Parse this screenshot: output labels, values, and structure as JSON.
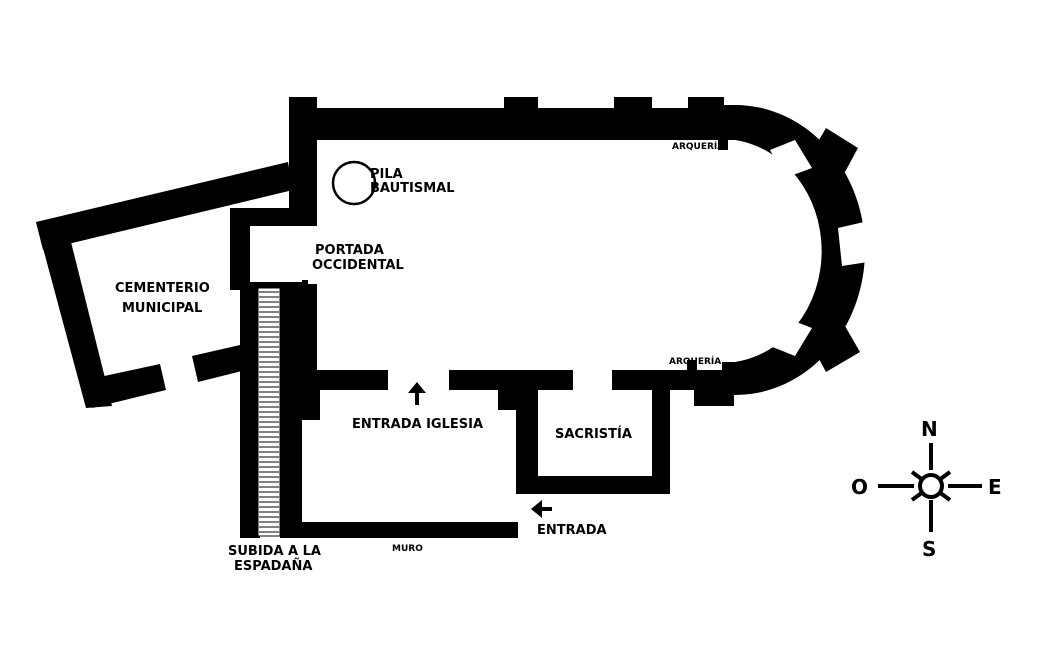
{
  "plan": {
    "labels": {
      "pila_line1": "PILA",
      "pila_line2": "BAUTISMAL",
      "portada_line1": "PORTADA",
      "portada_line2": "OCCIDENTAL",
      "cementerio_line1": "CEMENTERIO",
      "cementerio_line2": "MUNICIPAL",
      "arqueria_north": "ARQUERÍA",
      "arqueria_south": "ARQUERÍA",
      "entrada_iglesia": "ENTRADA IGLESIA",
      "sacristia": "SACRISTÍA",
      "entrada": "ENTRADA",
      "muro": "MURO",
      "subida_line1": "SUBIDA A LA",
      "subida_line2": "ESPADAÑA"
    },
    "compass": {
      "north": "N",
      "south": "S",
      "east": "E",
      "west": "O"
    },
    "colors": {
      "wall": "#000000",
      "background": "#ffffff"
    }
  }
}
